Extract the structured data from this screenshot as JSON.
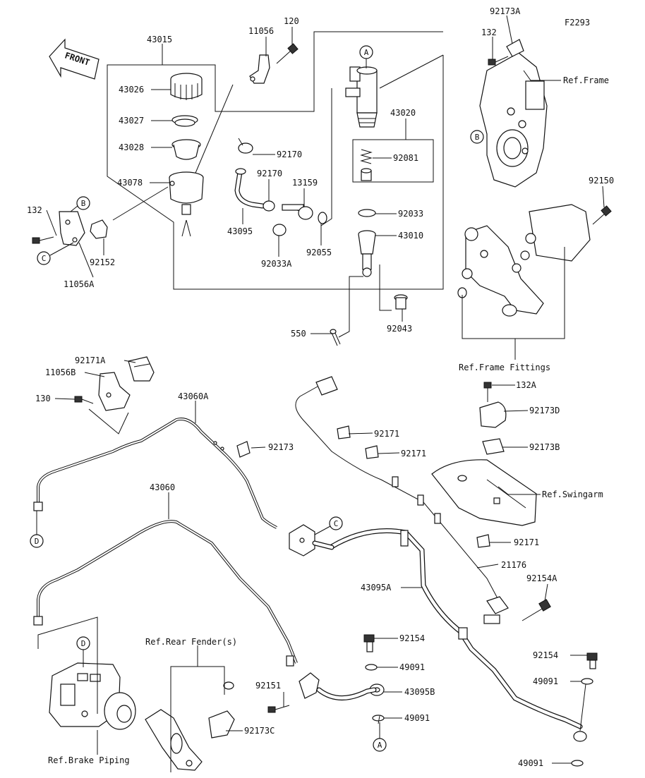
{
  "diagram_code": "F2293",
  "front_arrow_label": "FRONT",
  "part_labels": {
    "p43015": "43015",
    "p43026": "43026",
    "p43027": "43027",
    "p43028": "43028",
    "p43078": "43078",
    "p132_left": "132",
    "p92152": "92152",
    "p11056A": "11056A",
    "p11056": "11056",
    "p120": "120",
    "p92170_a": "92170",
    "p92170_b": "92170",
    "p13159": "13159",
    "p43095": "43095",
    "p92033A": "92033A",
    "p92055": "92055",
    "p43020": "43020",
    "p92081": "92081",
    "p92033": "92033",
    "p43010": "43010",
    "p550": "550",
    "p92043": "92043",
    "p92173A": "92173A",
    "p132_top": "132",
    "ref_frame": "Ref.Frame",
    "p92150": "92150",
    "ref_frame_fittings": "Ref.Frame Fittings",
    "p92171A": "92171A",
    "p11056B": "11056B",
    "p130": "130",
    "p43060A": "43060A",
    "p92173": "92173",
    "p92171_a": "92171",
    "p92171_b": "92171",
    "p92171_c": "92171",
    "p132A": "132A",
    "p92173D": "92173D",
    "p92173B": "92173B",
    "ref_swingarm": "Ref.Swingarm",
    "p43060": "43060",
    "p21176": "21176",
    "p43095A": "43095A",
    "p92154A": "92154A",
    "p92154_a": "92154",
    "p49091_a": "49091",
    "p92154_b": "92154",
    "p49091_b": "49091",
    "ref_rear_fender": "Ref.Rear Fender(s)",
    "p92151": "92151",
    "p43095B": "43095B",
    "p49091_c": "49091",
    "p92173C": "92173C",
    "p49091_d": "49091",
    "ref_brake_piping": "Ref.Brake Piping"
  },
  "callouts": {
    "A_top": "A",
    "B_top": "B",
    "B_left": "B",
    "C_left": "C",
    "D_left": "D",
    "C_mid": "C",
    "D_abs": "D",
    "A_bottom": "A"
  }
}
